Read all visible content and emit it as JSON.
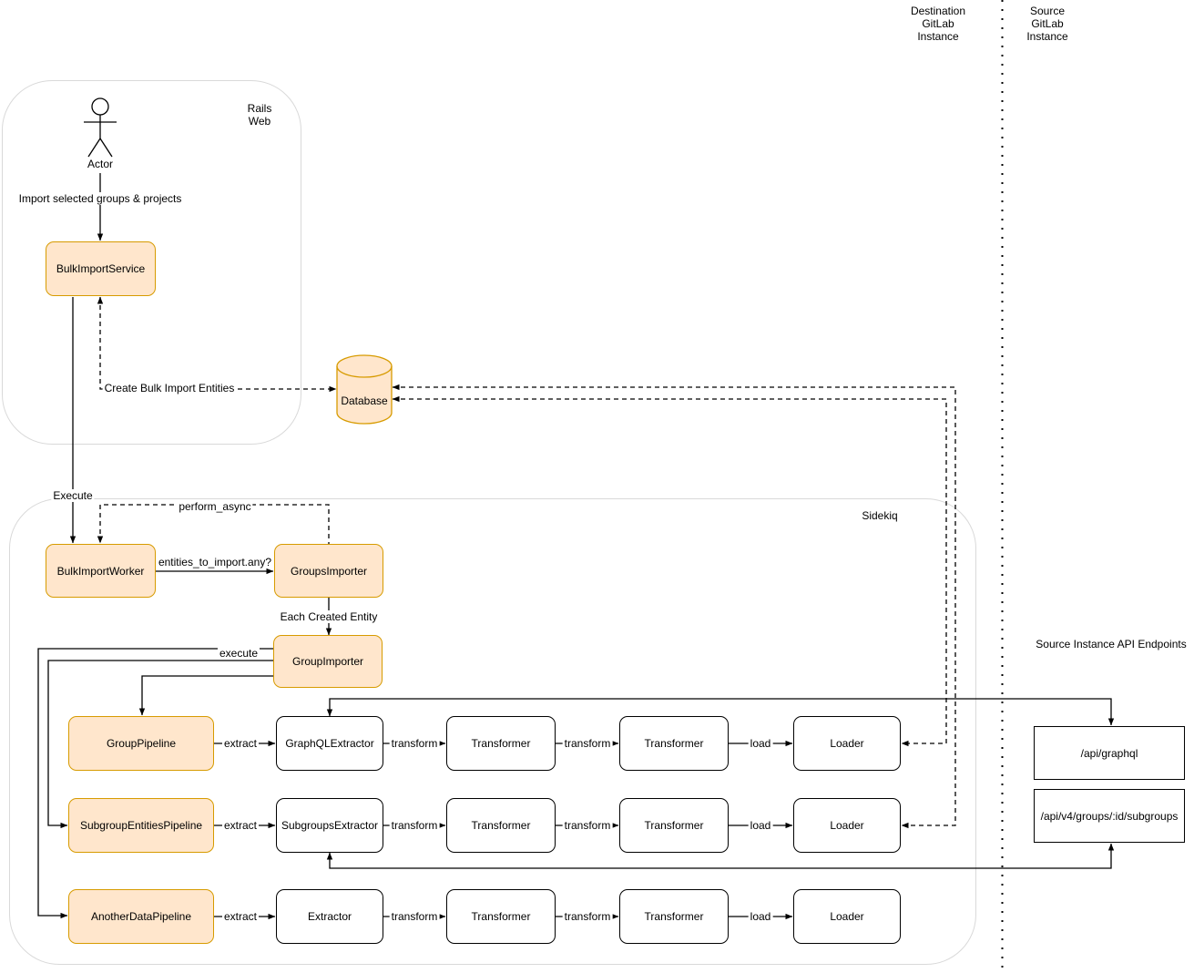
{
  "colors": {
    "node_fill": "#FFE6CC",
    "node_stroke": "#D79B00",
    "box_stroke": "#000000",
    "container_stroke": "#D9D9D9",
    "line": "#000000",
    "bg": "#FFFFFF"
  },
  "zones": {
    "destination": "Destination\nGitLab\nInstance",
    "source": "Source\nGitLab\nInstance",
    "rails": "Rails\nWeb",
    "sidekiq": "Sidekiq",
    "api_title": "Source Instance API Endpoints"
  },
  "nodes": {
    "actor": "Actor",
    "bulk_import_service": "BulkImportService",
    "database": "Database",
    "bulk_import_worker": "BulkImportWorker",
    "groups_importer": "GroupsImporter",
    "group_importer": "GroupImporter",
    "group_pipeline": "GroupPipeline",
    "subgroup_entities_pipeline": "SubgroupEntitiesPipeline",
    "another_data_pipeline": "AnotherDataPipeline",
    "graphql_extractor": "GraphQLExtractor",
    "subgroups_extractor": "SubgroupsExtractor",
    "extractor": "Extractor",
    "transformer": "Transformer",
    "loader": "Loader",
    "api_graphql": "/api/graphql",
    "api_subgroups": "/api/v4/groups/:id/subgroups"
  },
  "edges": {
    "import_selected": "Import selected groups & projects",
    "execute": "Execute",
    "create_entities": "Create Bulk Import Entities",
    "perform_async": "perform_async",
    "entities_check": "entities_to_import.any?",
    "each_entity": "Each Created Entity",
    "execute_pipeline": "execute",
    "extract": "extract",
    "transform": "transform",
    "load": "load"
  }
}
